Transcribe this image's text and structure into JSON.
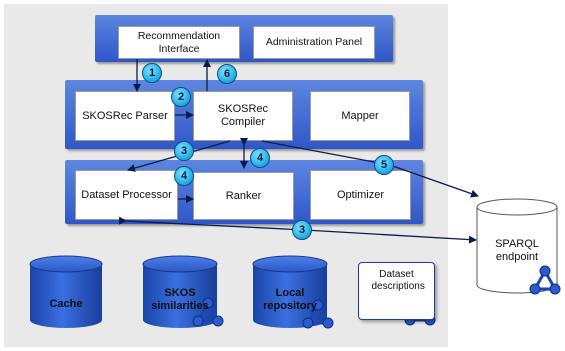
{
  "top_layer": {
    "recommendation_interface": "Recommendation Interface",
    "administration_panel": "Administration Panel"
  },
  "middle_layer": {
    "skosrec_parser": "SKOSRec Parser",
    "skosrec_compiler": "SKOSRec Compiler",
    "mapper": "Mapper"
  },
  "bottom_layer": {
    "dataset_processor": "Dataset Processor",
    "ranker": "Ranker",
    "optimizer": "Optimizer"
  },
  "storage": {
    "cache": "Cache",
    "skos_similarities": "SKOS similarities",
    "local_repository": "Local repository",
    "dataset_descriptions": "Dataset descriptions"
  },
  "external": {
    "sparql_endpoint": "SPARQL endpoint"
  },
  "steps": [
    "1",
    "2",
    "3",
    "4",
    "5",
    "6",
    "4",
    "3"
  ],
  "colors": {
    "layer_blue": "#2f57c8",
    "cylinder_blue": "#1f4fb8",
    "badge_cyan": "#2fb7ea",
    "panel_gray": "#e9e9e9"
  },
  "icons": [
    "rdf-triangle-icon"
  ]
}
